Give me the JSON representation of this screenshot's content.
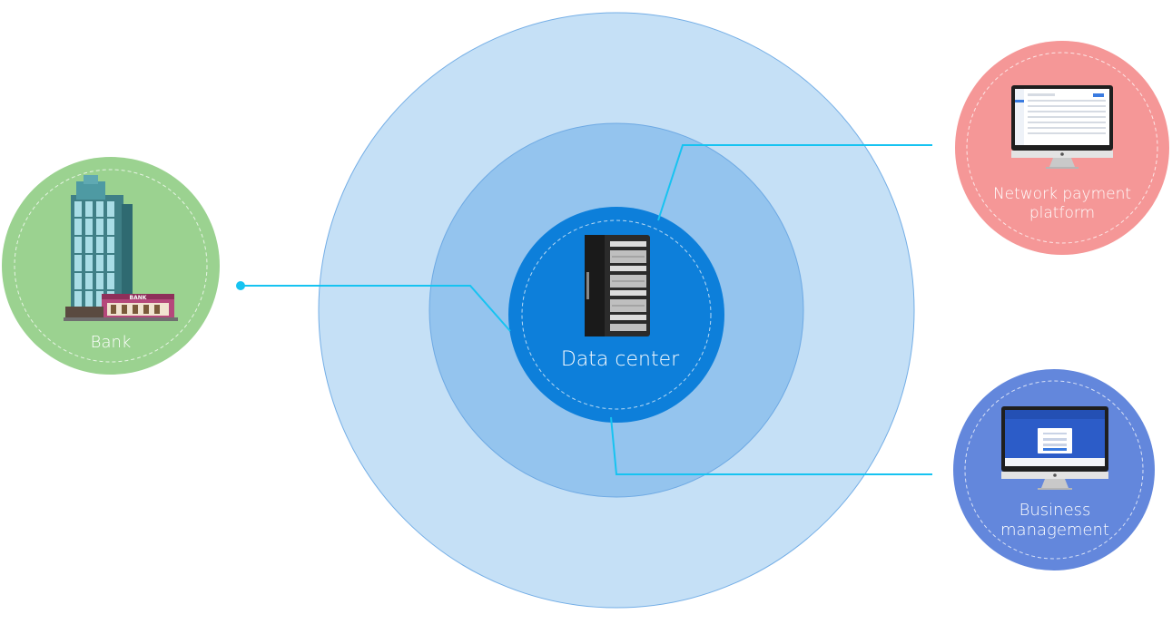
{
  "nodes": {
    "center": {
      "label": "Data center",
      "color": "#0d7fda"
    },
    "bank": {
      "label": "Bank",
      "color": "#9bd290"
    },
    "network_payment": {
      "label_line1": "Network payment",
      "label_line2": "platform",
      "color": "#f59797"
    },
    "business_management": {
      "label_line1": "Business",
      "label_line2": "management",
      "color": "#6387dc"
    }
  },
  "rings": {
    "outer_color": "#c5e0f6",
    "middle_color": "#94c4ee",
    "inner_color": "#0d7fda"
  },
  "connector_color": "#16c3f1",
  "icons": {
    "center": "server-rack-icon",
    "bank": "bank-building-icon",
    "network_payment": "desktop-monitor-icon",
    "business_management": "desktop-monitor-icon"
  },
  "building_sign": "BANK"
}
